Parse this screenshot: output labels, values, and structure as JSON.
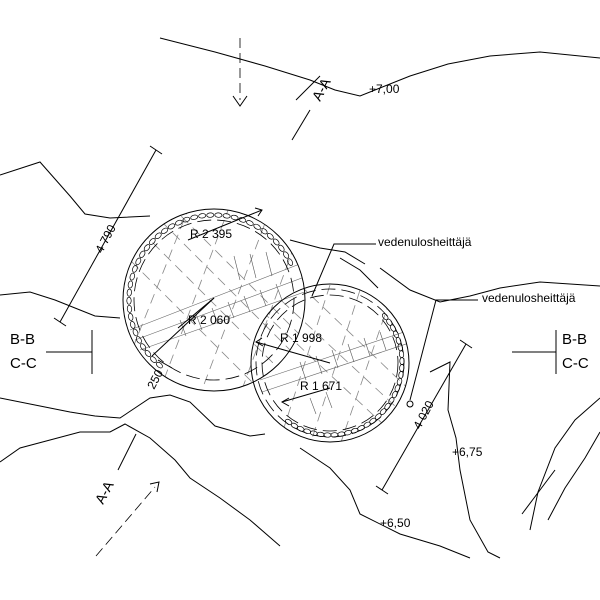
{
  "labels": {
    "elevation_top": "+7,00",
    "elevation_right": "+6,75",
    "elevation_bottom": "+6,50",
    "section_aa_top": "A-A",
    "section_aa_bottom": "A-A",
    "section_bb_left": "B-B",
    "section_cc_left": "C-C",
    "section_bb_right": "B-B",
    "section_cc_right": "C-C",
    "dim_4790": "4 790",
    "dim_4020": "4 020",
    "dim_250": "250",
    "radius_2395": "R 2 395",
    "radius_2060": "R 2 060",
    "radius_1998": "R 1 998",
    "radius_1671": "R 1 671",
    "callout_1": "vedenulosheittäjä",
    "callout_2": "vedenulosheittäjä"
  }
}
